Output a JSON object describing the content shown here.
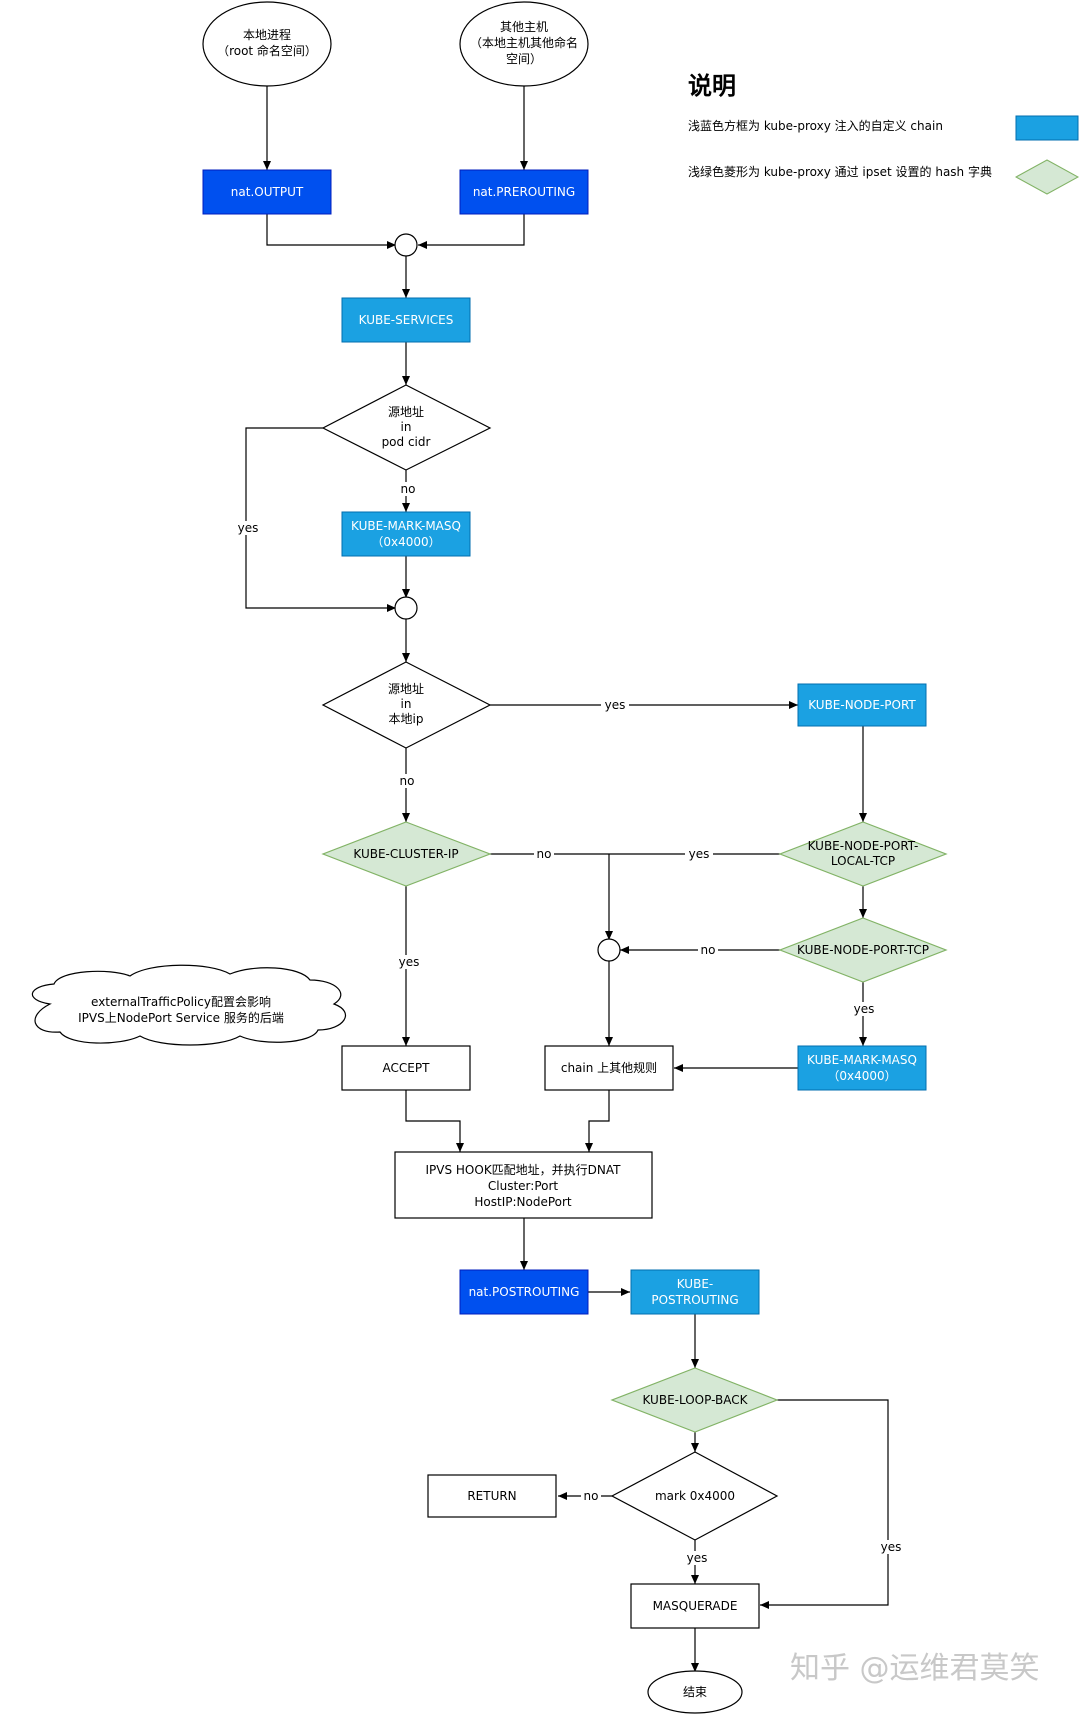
{
  "nodes": {
    "local_process": {
      "line1": "本地进程",
      "line2": "（root 命名空间）"
    },
    "other_host": {
      "line1": "其他主机",
      "line2": "（本地主机其他命名",
      "line3": "空间）"
    },
    "nat_output": "nat.OUTPUT",
    "nat_prerouting": "nat.PREROUTING",
    "kube_services": "KUBE-SERVICES",
    "src_in_pod_cidr": {
      "line1": "源地址",
      "line2": "in",
      "line3": "pod cidr"
    },
    "kube_mark_masq_1": {
      "line1": "KUBE-MARK-MASQ",
      "line2": "（0x4000）"
    },
    "src_in_local_ip": {
      "line1": "源地址",
      "line2": "in",
      "line3": "本地ip"
    },
    "kube_node_port": "KUBE-NODE-PORT",
    "kube_cluster_ip": "KUBE-CLUSTER-IP",
    "kube_node_port_local_tcp": {
      "line1": "KUBE-NODE-PORT-",
      "line2": "LOCAL-TCP"
    },
    "kube_node_port_tcp": "KUBE-NODE-PORT-TCP",
    "external_traffic_note": {
      "line1": "externalTrafficPolicy配置会影响",
      "line2": "IPVS上NodePort Service 服务的后端"
    },
    "accept": "ACCEPT",
    "chain_other_rules": "chain 上其他规则",
    "kube_mark_masq_2": {
      "line1": "KUBE-MARK-MASQ",
      "line2": "（0x4000）"
    },
    "ipvs_hook": {
      "line1": "IPVS HOOK匹配地址，并执行DNAT",
      "line2": "Cluster:Port",
      "line3": "HostIP:NodePort"
    },
    "nat_postrouting": "nat.POSTROUTING",
    "kube_postrouting": {
      "line1": "KUBE-",
      "line2": "POSTROUTING"
    },
    "kube_loop_back": "KUBE-LOOP-BACK",
    "mark_check": "mark 0x4000",
    "return": "RETURN",
    "masquerade": "MASQUERADE",
    "end": "结束"
  },
  "edge_labels": {
    "pod_cidr_no": "no",
    "pod_cidr_yes": "yes",
    "local_ip_yes": "yes",
    "local_ip_no": "no",
    "cluster_ip_no": "no",
    "local_tcp_yes": "yes",
    "node_port_tcp_no": "no",
    "node_port_tcp_yes": "yes",
    "cluster_ip_yes": "yes",
    "mark_no": "no",
    "mark_yes": "yes",
    "loop_back_yes": "yes"
  },
  "legend": {
    "title": "说明",
    "blue_desc": "浅蓝色方框为 kube-proxy  注入的自定义 chain",
    "green_desc": "浅绿色菱形为 kube-proxy 通过 ipset 设置的 hash 字典"
  },
  "watermark": "知乎 @运维君莫笑",
  "colors": {
    "dark_blue": "#0050ef",
    "light_blue": "#1ba1e2",
    "light_green": "#d5e8d4",
    "green_border": "#82b366"
  }
}
